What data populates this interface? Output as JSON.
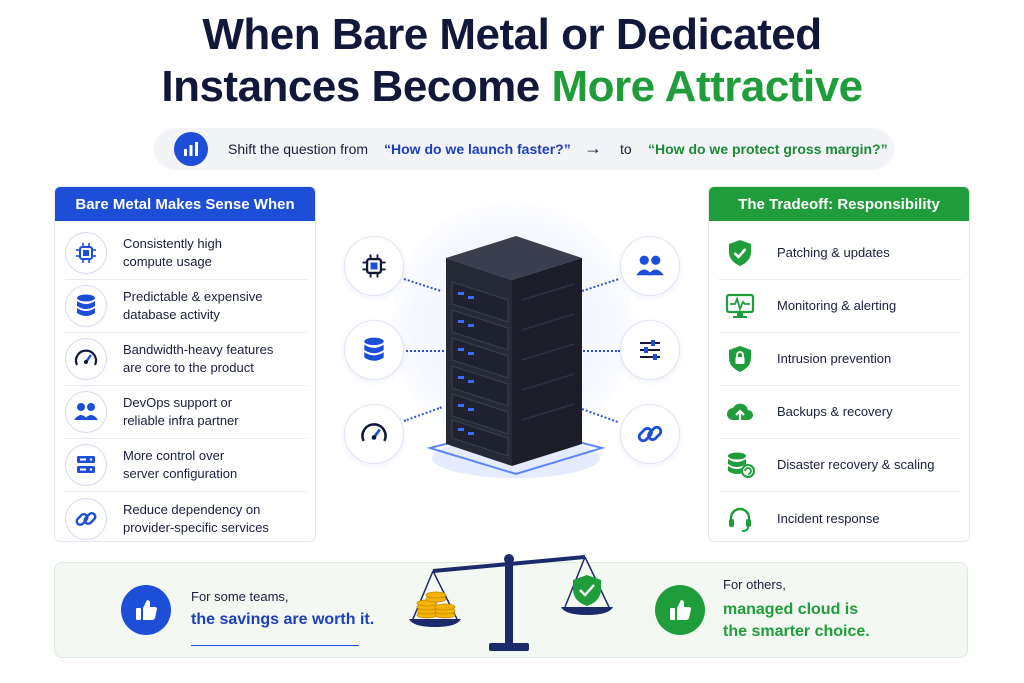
{
  "title": {
    "line1": "When Bare Metal or Dedicated",
    "line2_plain": "Instances Become ",
    "line2_accent": "More Attractive"
  },
  "question": {
    "prefix": "Shift the question from",
    "from": "“How do we launch faster?”",
    "arrow": "→",
    "to": "to",
    "target": "“How do we protect gross margin?”"
  },
  "left_panel": {
    "header": "Bare Metal Makes Sense When",
    "items": [
      {
        "line1": "Consistently high",
        "line2": "compute usage",
        "icon": "cpu-icon"
      },
      {
        "line1": "Predictable & expensive",
        "line2": "database activity",
        "icon": "database-icon"
      },
      {
        "line1": "Bandwidth-heavy features",
        "line2": "are core to the product",
        "icon": "gauge-icon"
      },
      {
        "line1": "DevOps support or",
        "line2": "reliable infra partner",
        "icon": "users-icon"
      },
      {
        "line1": "More control over",
        "line2": "server configuration",
        "icon": "server-icon"
      },
      {
        "line1": "Reduce dependency on",
        "line2": "provider-specific services",
        "icon": "link-icon"
      }
    ]
  },
  "right_panel": {
    "header": "The Tradeoff: Responsibility",
    "items": [
      {
        "label": "Patching & updates",
        "icon": "shield-check-icon"
      },
      {
        "label": "Monitoring & alerting",
        "icon": "monitor-pulse-icon"
      },
      {
        "label": "Intrusion prevention",
        "icon": "shield-lock-icon"
      },
      {
        "label": "Backups & recovery",
        "icon": "cloud-upload-icon"
      },
      {
        "label": "Disaster recovery & scaling",
        "icon": "database-refresh-icon"
      },
      {
        "label": "Incident response",
        "icon": "headset-icon"
      }
    ]
  },
  "center": {
    "left_nodes": [
      "cpu-icon",
      "database-icon",
      "gauge-icon"
    ],
    "right_nodes": [
      "users-icon",
      "sliders-icon",
      "link-icon"
    ],
    "server": "server-rack-icon"
  },
  "bottom": {
    "left_small": "For some teams,",
    "left_big": "the savings are worth it.",
    "right_small": "For others,",
    "right_big_1": "managed cloud is",
    "right_big_2": "the smarter choice.",
    "scale": "balance-scale-icon"
  },
  "colors": {
    "navy": "#12183a",
    "blue": "#1d4ed8",
    "green": "#1f9d3a"
  }
}
